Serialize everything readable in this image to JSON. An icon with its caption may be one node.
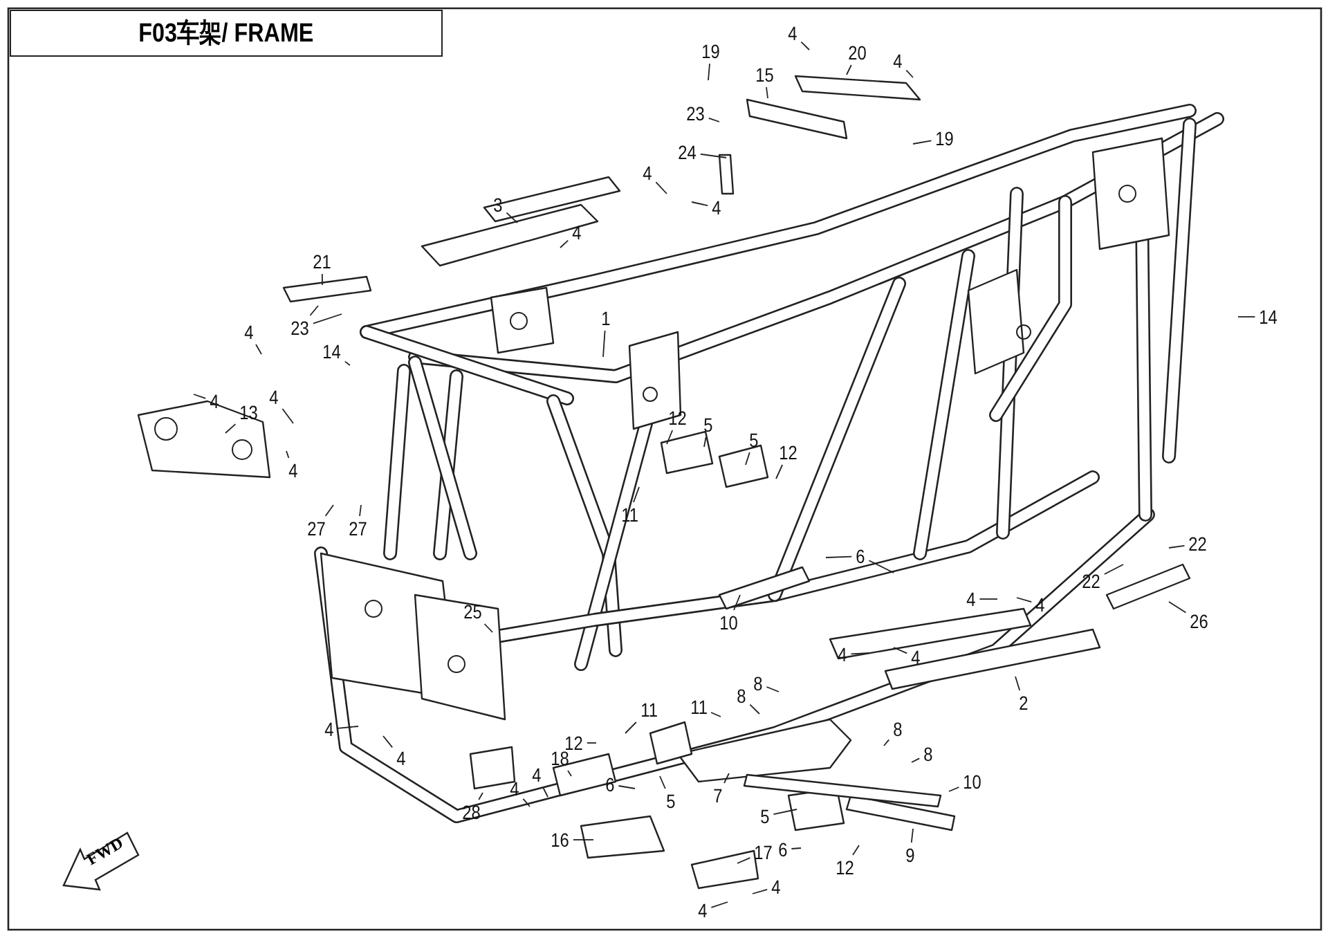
{
  "diagram": {
    "nodes": [
      {
        "text": [
          "F03车架/ FRAME"
        ]
      },
      {
        "text": [
          "FWD"
        ]
      },
      {
        "text": [
          "4"
        ]
      },
      {
        "text": [
          "19"
        ]
      },
      {
        "text": [
          "20"
        ]
      },
      {
        "text": [
          "4"
        ]
      },
      {
        "text": [
          "15"
        ]
      },
      {
        "text": [
          "23"
        ]
      },
      {
        "text": [
          "19"
        ]
      },
      {
        "text": [
          "24"
        ]
      },
      {
        "text": [
          "4"
        ]
      },
      {
        "text": [
          "3"
        ]
      },
      {
        "text": [
          "4"
        ]
      },
      {
        "text": [
          "4"
        ]
      },
      {
        "text": [
          "21"
        ]
      },
      {
        "text": [
          "1"
        ]
      },
      {
        "text": [
          "14"
        ]
      },
      {
        "text": [
          "23"
        ]
      },
      {
        "text": [
          "4"
        ]
      },
      {
        "text": [
          "14"
        ]
      },
      {
        "text": [
          "4"
        ]
      },
      {
        "text": [
          "4"
        ]
      },
      {
        "text": [
          "13"
        ]
      },
      {
        "text": [
          "12"
        ]
      },
      {
        "text": [
          "5"
        ]
      },
      {
        "text": [
          "5"
        ]
      },
      {
        "text": [
          "12"
        ]
      },
      {
        "text": [
          "4"
        ]
      },
      {
        "text": [
          "11"
        ]
      },
      {
        "text": [
          "27"
        ]
      },
      {
        "text": [
          "27"
        ]
      },
      {
        "text": [
          "6"
        ]
      },
      {
        "text": [
          "22"
        ]
      },
      {
        "text": [
          "22"
        ]
      },
      {
        "text": [
          "4"
        ]
      },
      {
        "text": [
          "4"
        ]
      },
      {
        "text": [
          "10"
        ]
      },
      {
        "text": [
          "25"
        ]
      },
      {
        "text": [
          "26"
        ]
      },
      {
        "text": [
          "4"
        ]
      },
      {
        "text": [
          "4"
        ]
      },
      {
        "text": [
          "8"
        ]
      },
      {
        "text": [
          "2"
        ]
      },
      {
        "text": [
          "8"
        ]
      },
      {
        "text": [
          "11"
        ]
      },
      {
        "text": [
          "11"
        ]
      },
      {
        "text": [
          "4"
        ]
      },
      {
        "text": [
          "8"
        ]
      },
      {
        "text": [
          "12"
        ]
      },
      {
        "text": [
          "18"
        ]
      },
      {
        "text": [
          "4"
        ]
      },
      {
        "text": [
          "8"
        ]
      },
      {
        "text": [
          "4"
        ]
      },
      {
        "text": [
          "6"
        ]
      },
      {
        "text": [
          "10"
        ]
      },
      {
        "text": [
          "4"
        ]
      },
      {
        "text": [
          "5"
        ]
      },
      {
        "text": [
          "7"
        ]
      },
      {
        "text": [
          "28"
        ]
      },
      {
        "text": [
          "5"
        ]
      },
      {
        "text": [
          "16"
        ]
      },
      {
        "text": [
          "17"
        ]
      },
      {
        "text": [
          "6"
        ]
      },
      {
        "text": [
          "9"
        ]
      },
      {
        "text": [
          "12"
        ]
      },
      {
        "text": [
          "4"
        ]
      },
      {
        "text": [
          "4"
        ]
      }
    ],
    "edges": [
      {
        "from": 2,
        "to": null,
        "arrow": "none"
      },
      {
        "from": 3,
        "to": null,
        "arrow": "none"
      },
      {
        "from": 4,
        "to": null,
        "arrow": "none"
      },
      {
        "from": 5,
        "to": null,
        "arrow": "none"
      },
      {
        "from": 6,
        "to": null,
        "arrow": "none"
      },
      {
        "from": 7,
        "to": null,
        "arrow": "none"
      },
      {
        "from": 8,
        "to": null,
        "arrow": "none"
      },
      {
        "from": 9,
        "to": null,
        "arrow": "none"
      },
      {
        "from": 10,
        "to": null,
        "arrow": "none"
      },
      {
        "from": 11,
        "to": null,
        "arrow": "none"
      },
      {
        "from": 12,
        "to": null,
        "arrow": "none"
      },
      {
        "from": 13,
        "to": null,
        "arrow": "none"
      },
      {
        "from": 14,
        "to": null,
        "arrow": "none"
      },
      {
        "from": 15,
        "to": null,
        "arrow": "none"
      },
      {
        "from": 16,
        "to": null,
        "arrow": "none"
      },
      {
        "from": 17,
        "to": null,
        "arrow": "none"
      },
      {
        "from": 17,
        "to": null,
        "arrow": "none"
      },
      {
        "from": 18,
        "to": null,
        "arrow": "none"
      },
      {
        "from": 19,
        "to": null,
        "arrow": "none"
      },
      {
        "from": 20,
        "to": null,
        "arrow": "none"
      },
      {
        "from": 21,
        "to": null,
        "arrow": "none"
      },
      {
        "from": 22,
        "to": null,
        "arrow": "none"
      },
      {
        "from": 23,
        "to": null,
        "arrow": "none"
      },
      {
        "from": 24,
        "to": null,
        "arrow": "none"
      },
      {
        "from": 25,
        "to": null,
        "arrow": "none"
      },
      {
        "from": 26,
        "to": null,
        "arrow": "none"
      },
      {
        "from": 27,
        "to": null,
        "arrow": "none"
      },
      {
        "from": 28,
        "to": null,
        "arrow": "none"
      },
      {
        "from": 29,
        "to": null,
        "arrow": "none"
      },
      {
        "from": 30,
        "to": null,
        "arrow": "none"
      },
      {
        "from": 31,
        "to": null,
        "arrow": "none"
      },
      {
        "from": 31,
        "to": null,
        "arrow": "none"
      },
      {
        "from": 32,
        "to": null,
        "arrow": "none"
      },
      {
        "from": 33,
        "to": null,
        "arrow": "none"
      },
      {
        "from": 34,
        "to": null,
        "arrow": "none"
      },
      {
        "from": 35,
        "to": null,
        "arrow": "none"
      },
      {
        "from": 36,
        "to": null,
        "arrow": "none"
      },
      {
        "from": 37,
        "to": null,
        "arrow": "none"
      },
      {
        "from": 38,
        "to": null,
        "arrow": "none"
      },
      {
        "from": 39,
        "to": null,
        "arrow": "none"
      },
      {
        "from": 40,
        "to": null,
        "arrow": "none"
      },
      {
        "from": 41,
        "to": null,
        "arrow": "none"
      },
      {
        "from": 42,
        "to": null,
        "arrow": "none"
      },
      {
        "from": 43,
        "to": null,
        "arrow": "none"
      },
      {
        "from": 44,
        "to": null,
        "arrow": "none"
      },
      {
        "from": 45,
        "to": null,
        "arrow": "none"
      },
      {
        "from": 46,
        "to": null,
        "arrow": "none"
      },
      {
        "from": 47,
        "to": null,
        "arrow": "none"
      },
      {
        "from": 48,
        "to": null,
        "arrow": "none"
      },
      {
        "from": 49,
        "to": null,
        "arrow": "none"
      },
      {
        "from": 50,
        "to": null,
        "arrow": "none"
      },
      {
        "from": 51,
        "to": null,
        "arrow": "none"
      },
      {
        "from": 52,
        "to": null,
        "arrow": "none"
      },
      {
        "from": 53,
        "to": null,
        "arrow": "none"
      },
      {
        "from": 54,
        "to": null,
        "arrow": "none"
      },
      {
        "from": 55,
        "to": null,
        "arrow": "none"
      },
      {
        "from": 56,
        "to": null,
        "arrow": "none"
      },
      {
        "from": 57,
        "to": null,
        "arrow": "none"
      },
      {
        "from": 58,
        "to": null,
        "arrow": "none"
      },
      {
        "from": 59,
        "to": null,
        "arrow": "none"
      },
      {
        "from": 60,
        "to": null,
        "arrow": "none"
      },
      {
        "from": 61,
        "to": null,
        "arrow": "none"
      },
      {
        "from": 62,
        "to": null,
        "arrow": "none"
      },
      {
        "from": 63,
        "to": null,
        "arrow": "none"
      },
      {
        "from": 64,
        "to": null,
        "arrow": "none"
      },
      {
        "from": 65,
        "to": null,
        "arrow": "none"
      },
      {
        "from": 66,
        "to": null,
        "arrow": "none"
      }
    ]
  }
}
